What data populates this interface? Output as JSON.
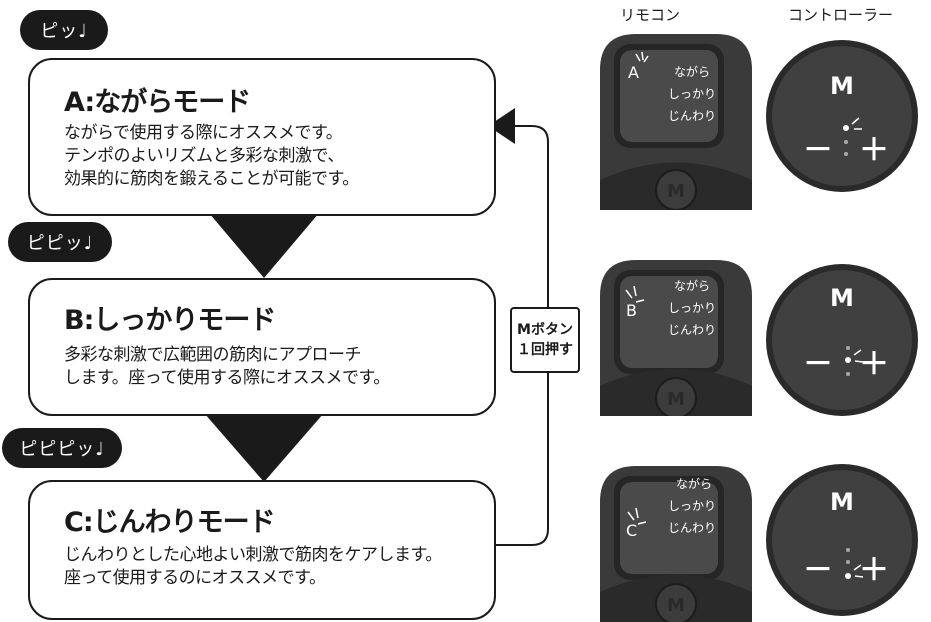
{
  "headers": {
    "remote": "リモコン",
    "controller": "コントローラー"
  },
  "modes": [
    {
      "sound": "ピッ♩",
      "title": "A:ながらモード",
      "lines": [
        "ながらで使用する際にオススメです。",
        "テンポのよいリズムと多彩な刺激で、",
        "効果的に筋肉を鍛えることが可能です。"
      ]
    },
    {
      "sound": "ピピッ♩",
      "title": "B:しっかりモード",
      "lines": [
        "多彩な刺激で広範囲の筋肉にアプローチ",
        "します。座って使用する際にオススメです。"
      ]
    },
    {
      "sound": "ピピピッ♩",
      "title": "C:じんわりモード",
      "lines": [
        "じんわりとした心地よい刺激で筋肉をケアします。",
        "座って使用するのにオススメです。"
      ]
    }
  ],
  "m_button_note": {
    "line1": "Mボタン",
    "line2": "１回押す"
  },
  "remote_screen": {
    "options": [
      "ながら",
      "しっかり",
      "じんわり"
    ],
    "mode_letters": [
      "A",
      "B",
      "C"
    ],
    "button_label": "M"
  },
  "controller": {
    "m_label": "M",
    "minus": "－",
    "plus": "＋"
  },
  "colors": {
    "ink": "#1a1a1a",
    "device_body": "#3a3a3a",
    "device_dark": "#262626",
    "screen": "#4a4a4a"
  }
}
